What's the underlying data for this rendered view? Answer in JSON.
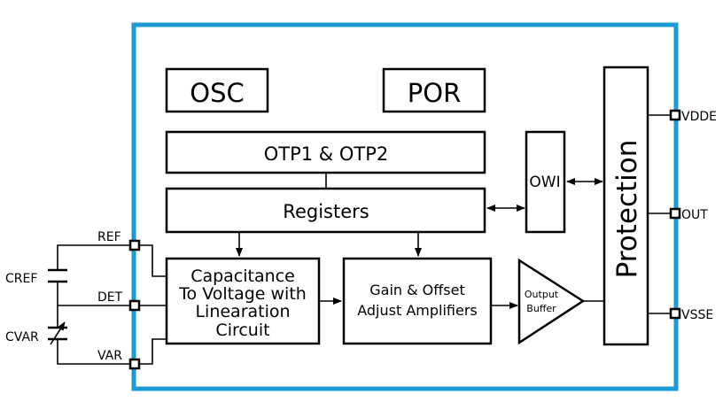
{
  "colors": {
    "border": "#1a9ad6",
    "line": "#000000",
    "background": "#ffffff"
  },
  "blocks": {
    "osc": "OSC",
    "por": "POR",
    "otp": "OTP1 & OTP2",
    "registers": "Registers",
    "owi": "OWI",
    "protection": "Protection",
    "cv_converter": [
      "Capacitance",
      "To Voltage with",
      "Linearation",
      "Circuit"
    ],
    "gain_offset": [
      "Gain & Offset",
      "Adjust Amplifiers"
    ],
    "output_buffer": [
      "Output",
      "Buffer"
    ]
  },
  "pins": {
    "ref": "REF",
    "det": "DET",
    "var": "VAR",
    "vdde": "VDDE",
    "out": "OUT",
    "vsse": "VSSE"
  },
  "external": {
    "cref": "CREF",
    "cvar": "CVAR"
  }
}
